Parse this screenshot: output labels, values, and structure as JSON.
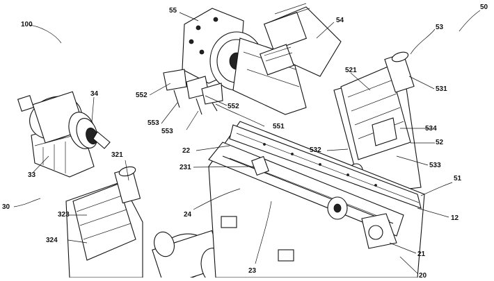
{
  "figure": {
    "labels": [
      {
        "id": "100",
        "text": "100"
      },
      {
        "id": "50",
        "text": "50"
      },
      {
        "id": "55",
        "text": "55"
      },
      {
        "id": "54",
        "text": "54"
      },
      {
        "id": "53",
        "text": "53"
      },
      {
        "id": "521",
        "text": "521"
      },
      {
        "id": "531",
        "text": "531"
      },
      {
        "id": "34",
        "text": "34"
      },
      {
        "id": "552a",
        "text": "552"
      },
      {
        "id": "552b",
        "text": "552"
      },
      {
        "id": "553a",
        "text": "553"
      },
      {
        "id": "553b",
        "text": "553"
      },
      {
        "id": "551",
        "text": "551"
      },
      {
        "id": "534",
        "text": "534"
      },
      {
        "id": "52",
        "text": "52"
      },
      {
        "id": "532",
        "text": "532"
      },
      {
        "id": "533",
        "text": "533"
      },
      {
        "id": "33",
        "text": "33"
      },
      {
        "id": "22",
        "text": "22"
      },
      {
        "id": "231",
        "text": "231"
      },
      {
        "id": "321",
        "text": "321"
      },
      {
        "id": "51",
        "text": "51"
      },
      {
        "id": "30",
        "text": "30"
      },
      {
        "id": "323",
        "text": "323"
      },
      {
        "id": "24",
        "text": "24"
      },
      {
        "id": "12",
        "text": "12"
      },
      {
        "id": "324",
        "text": "324"
      },
      {
        "id": "23",
        "text": "23"
      },
      {
        "id": "21",
        "text": "21"
      },
      {
        "id": "20",
        "text": "20"
      }
    ]
  }
}
